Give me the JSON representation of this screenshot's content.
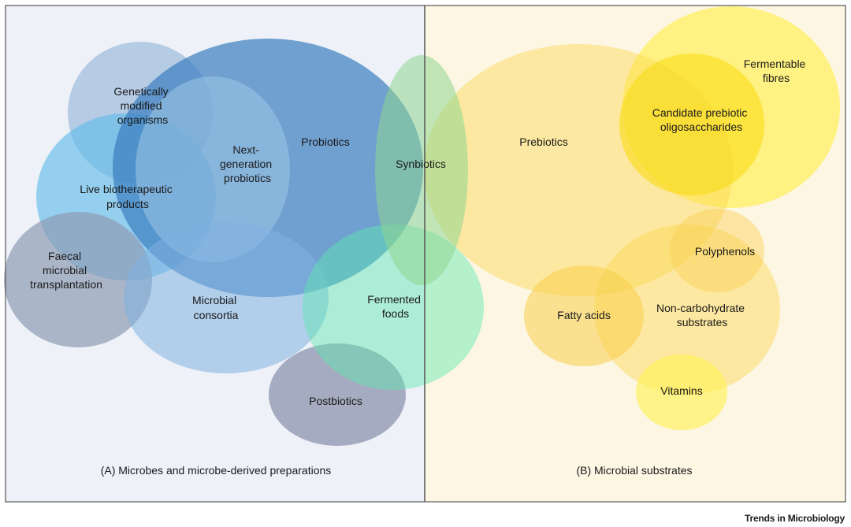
{
  "panels": {
    "a_caption": "(A) Microbes and microbe-derived preparations",
    "b_caption": "(B) Microbial substrates"
  },
  "circles": {
    "genetically_modified": [
      "Genetically",
      "modified",
      "organisms"
    ],
    "probiotics": [
      "Probiotics"
    ],
    "next_generation": [
      "Next-",
      "generation",
      "probiotics"
    ],
    "live_biotherapeutic": [
      "Live biotherapeutic",
      "products"
    ],
    "faecal": [
      "Faecal",
      "microbial",
      "transplantation"
    ],
    "microbial_consortia": [
      "Microbial",
      "consortia"
    ],
    "synbiotics": [
      "Synbiotics"
    ],
    "fermented_foods": [
      "Fermented",
      "foods"
    ],
    "postbiotics": [
      "Postbiotics"
    ],
    "prebiotics": [
      "Prebiotics"
    ],
    "fermentable_fibres": [
      "Fermentable",
      "fibres"
    ],
    "candidate_prebiotic": [
      "Candidate prebiotic",
      "oligosaccharides"
    ],
    "polyphenols": [
      "Polyphenols"
    ],
    "fatty_acids": [
      "Fatty acids"
    ],
    "non_carbohydrate": [
      "Non-carbohydrate",
      "substrates"
    ],
    "vitamins": [
      "Vitamins"
    ]
  },
  "credit": "Trends in Microbiology",
  "colors": {
    "panel_a_bg": "#eef1f8",
    "panel_b_bg": "#fdf6e3",
    "border": "#555555"
  }
}
